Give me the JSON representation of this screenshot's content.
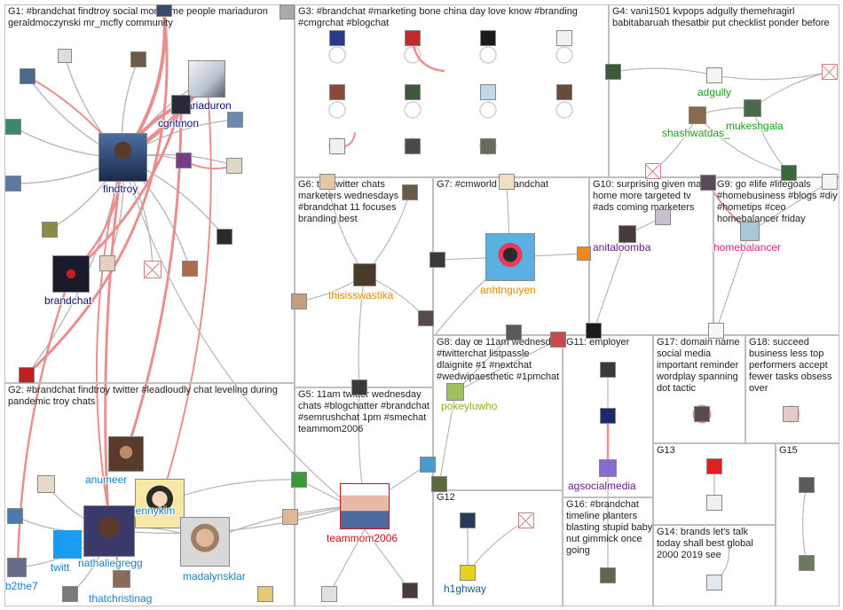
{
  "groups": [
    {
      "id": "G1",
      "label": "G1: #brandchat findtroy social more time people mariaduron geraldmoczynski mr_mcfly community"
    },
    {
      "id": "G2",
      "label": "G2: #brandchat findtroy twitter #leadloudly chat leveling during pandemic troy chats"
    },
    {
      "id": "G3",
      "label": "G3: #brandchat #marketing bone china day love know #branding #cmgrchat #blogchat"
    },
    {
      "id": "G4",
      "label": "G4: vani1501 kvpops adgully themehragirl babitabaruah thesatbir put checklist ponder before"
    },
    {
      "id": "G5",
      "label": "G5: 11am twitter wednesday chats #blogchatter #brandchat #semrushchat 1pm #smechat teammom2006"
    },
    {
      "id": "G6",
      "label": "G6: top twitter chats marketers wednesdays #brandchat 11 focuses branding best"
    },
    {
      "id": "G7",
      "label": "G7: #cmworld #brandchat"
    },
    {
      "id": "G8",
      "label": "G8: day œ 11am wednesday #twitterchat listpassle dlaignite #1 #nextchat #wedwipaesthetic #1pmchat"
    },
    {
      "id": "G9",
      "label": "G9: go #life #lifegoals #homebusiness #blogs #diy #hometips #ceo homebalancer friday"
    },
    {
      "id": "G10",
      "label": "G10: surprising given many home more targeted tv #ads coming marketers"
    },
    {
      "id": "G11",
      "label": "G11: employer"
    },
    {
      "id": "G12",
      "label": "G12"
    },
    {
      "id": "G13",
      "label": "G13"
    },
    {
      "id": "G14",
      "label": "G14: brands let's talk today shall best global 2000 2019 see"
    },
    {
      "id": "G15",
      "label": "G15"
    },
    {
      "id": "G16",
      "label": "G16: #brandchat timeline planters blasting stupid baby nut gimmick once going"
    },
    {
      "id": "G17",
      "label": "G17: domain name social media important reminder wordplay spanning dot tactic"
    },
    {
      "id": "G18",
      "label": "G18: succeed business less top performers accept fewer tasks obsess over"
    }
  ],
  "labels": {
    "mariaduron": "mariaduron",
    "cgritmon": "cgritmon",
    "findtroy": "findtroy",
    "brandchat": "brandchat",
    "anumeer": "anumeer",
    "jennykim": "jennykim",
    "nathaliegregg": "nathaliegregg",
    "twitt": "twitt",
    "b2the7": "b2the7",
    "thatchristinag": "thatchristinag",
    "madalynsklar": "madalynsklar",
    "teammom2006": "teammom2006",
    "thisisswastika": "thisisswastika",
    "anhtnguyen": "anhtnguyen",
    "pokeyluwho": "pokeyluwho",
    "adgully": "adgully",
    "mukeshgala": "mukeshgala",
    "shashwatdas_": "shashwatdas_",
    "anitaloomba": "anitaloomba",
    "homebalancer": "homebalancer",
    "agsocialmedia": "agsocialmedia",
    "h1ghway": "h1ghway"
  },
  "colors": {
    "G1": "#0a0a6e",
    "G2": "#1a7fc0",
    "G4": "#1c9e1c",
    "G5": "#d01010",
    "G6": "#e08a00",
    "G7": "#e08a00",
    "G8": "#8db11c",
    "G9": "#e0208a",
    "G10": "#6a1a8a",
    "G11": "#6a1a8a",
    "G12": "#1a5a8a",
    "edge_gray": "#b8b8b8",
    "edge_red": "#e89090"
  }
}
